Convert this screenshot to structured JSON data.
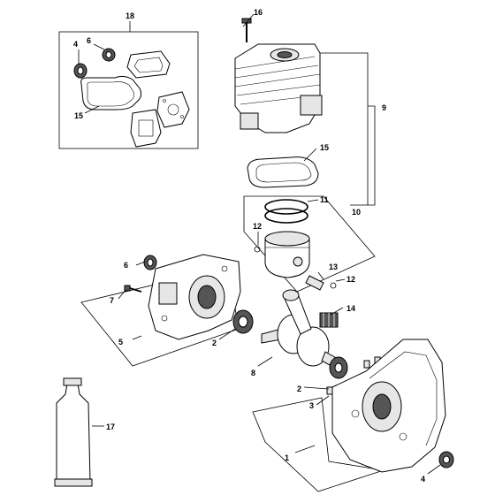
{
  "callouts": {
    "c1": "1",
    "c2a": "2",
    "c2b": "2",
    "c3": "3",
    "c4a": "4",
    "c4b": "4",
    "c5": "5",
    "c6a": "6",
    "c6b": "6",
    "c7": "7",
    "c8": "8",
    "c9": "9",
    "c10": "10",
    "c11": "11",
    "c12a": "12",
    "c12b": "12",
    "c13": "13",
    "c14": "14",
    "c15a": "15",
    "c15b": "15",
    "c16": "16",
    "c17": "17",
    "c18": "18"
  }
}
